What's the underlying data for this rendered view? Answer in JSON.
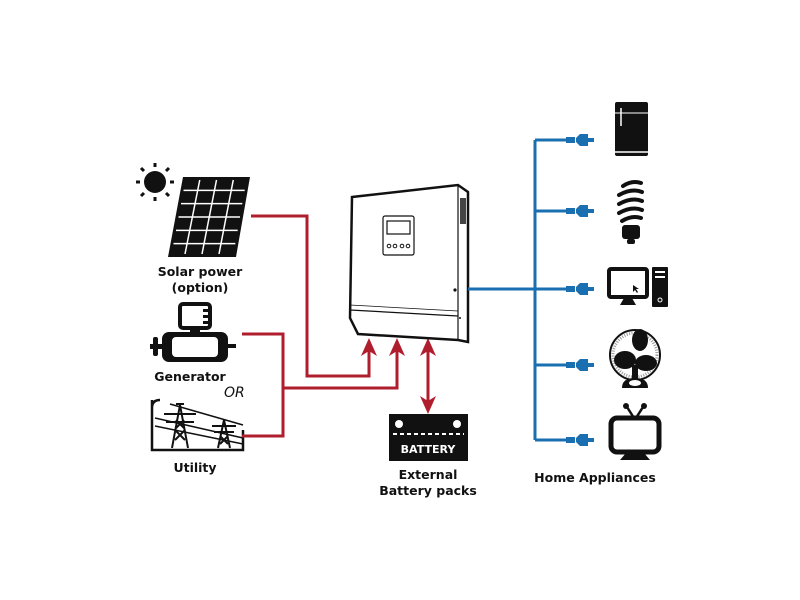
{
  "sources": {
    "solar": {
      "label_line1": "Solar power",
      "label_line2": "(option)"
    },
    "generator": {
      "label": "Generator"
    },
    "or_label": "OR",
    "utility": {
      "label": "Utility"
    }
  },
  "battery": {
    "text": "BATTERY",
    "label_line1": "External",
    "label_line2": "Battery packs"
  },
  "appliances": {
    "label": "Home Appliances",
    "items": [
      "refrigerator",
      "light bulb",
      "computer",
      "fan",
      "television"
    ]
  },
  "colors": {
    "input_line": "#b01e2e",
    "output_line": "#1a6fb0",
    "icon": "#111111"
  }
}
